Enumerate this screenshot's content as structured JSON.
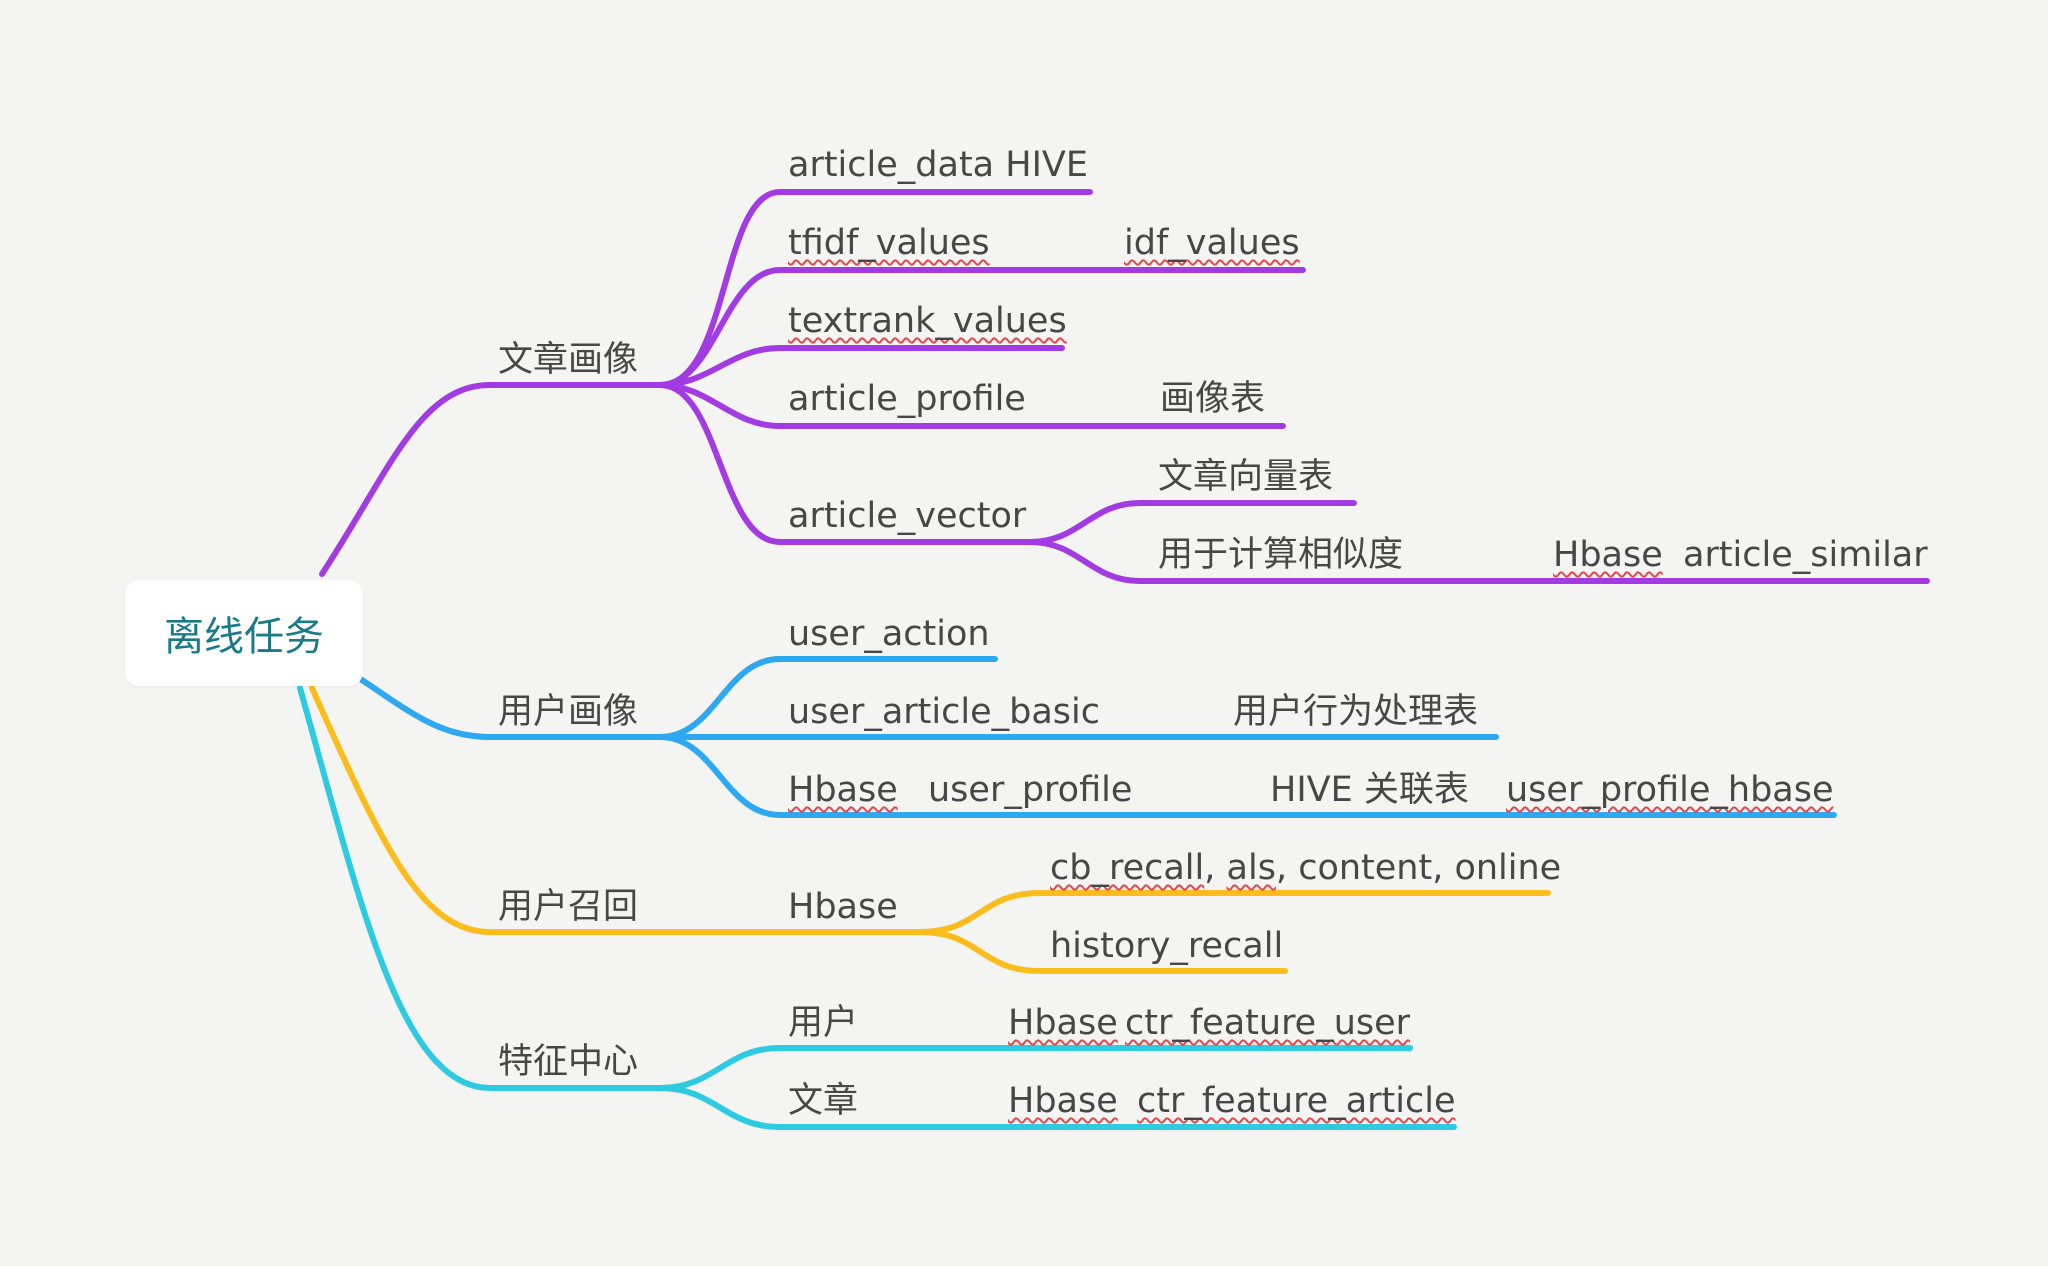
{
  "root": {
    "label": "离线任务"
  },
  "colors": {
    "article": "#a33be3",
    "user": "#2ea8f0",
    "recall": "#fbbd1e",
    "feature": "#2ecbe0",
    "root_text": "#1a7a8a",
    "text": "#474747",
    "spell_underline": "#e2474e"
  },
  "branches": {
    "article_profile": {
      "label": "文章画像",
      "children": {
        "article_data": {
          "label": "article_data HIVE"
        },
        "tfidf": {
          "label": "tfidf_values",
          "child": "idf_values"
        },
        "textrank": {
          "label": "textrank_values"
        },
        "profile": {
          "label": "article_profile",
          "child": "画像表"
        },
        "vector": {
          "label": "article_vector",
          "children": {
            "table": {
              "label": "文章向量表"
            },
            "similar": {
              "label": "用于计算相似度",
              "child_a": "Hbase",
              "child_b": "article_similar"
            }
          }
        }
      }
    },
    "user_profile": {
      "label": "用户画像",
      "children": {
        "action": {
          "label": "user_action"
        },
        "basic": {
          "label": "user_article_basic",
          "child": "用户行为处理表"
        },
        "hbase": {
          "label_a": "Hbase",
          "label_b": "user_profile",
          "child_a": "HIVE 关联表",
          "child_b": "user_profile_hbase"
        }
      }
    },
    "user_recall": {
      "label": "用户召回",
      "children": {
        "hbase": {
          "label": "Hbase",
          "children": {
            "cb": {
              "part1": "cb_recall",
              "part2": ", ",
              "part3": "als",
              "part4": ", content, online"
            },
            "history": {
              "label": "history_recall"
            }
          }
        }
      }
    },
    "feature_center": {
      "label": "特征中心",
      "children": {
        "user": {
          "label": "用户",
          "child_a": "Hbase",
          "child_b": "ctr_feature_user"
        },
        "article": {
          "label": "文章",
          "child_a": "Hbase",
          "child_b": "ctr_feature_article"
        }
      }
    }
  }
}
